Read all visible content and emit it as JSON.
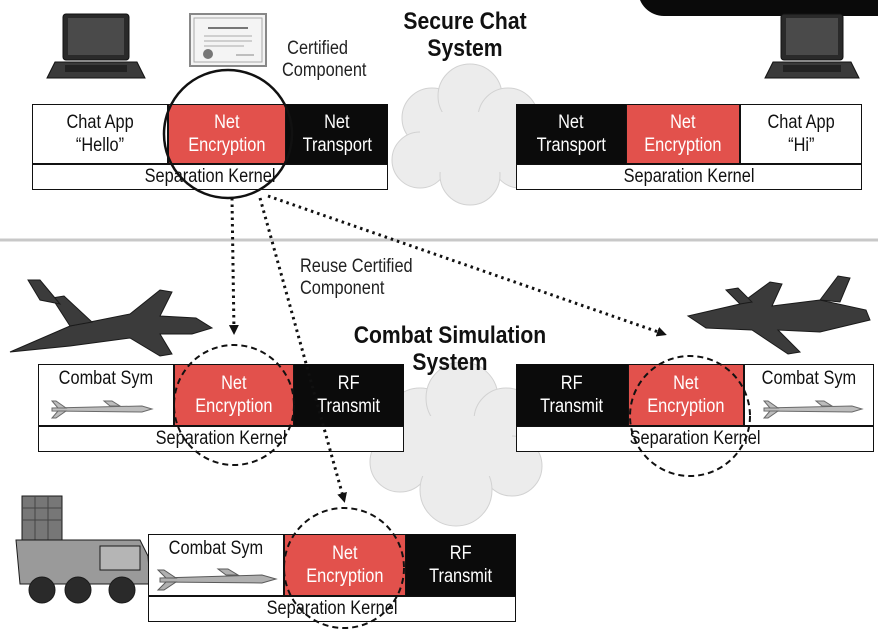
{
  "title_chat": [
    "Secure Chat",
    "System"
  ],
  "title_combat": [
    "Combat Simulation",
    "System"
  ],
  "certified_note": [
    "Certified",
    "Component"
  ],
  "reuse_note": [
    "Reuse Certified",
    "Component"
  ],
  "kernel_label": "Separation Kernel",
  "stacks": {
    "chat_left": {
      "app": [
        "Chat App",
        "“Hello”"
      ],
      "enc": [
        "Net",
        "Encryption"
      ],
      "transport": [
        "Net",
        "Transport"
      ]
    },
    "chat_right": {
      "transport": [
        "Net",
        "Transport"
      ],
      "enc": [
        "Net",
        "Encryption"
      ],
      "app": [
        "Chat App",
        "“Hi”"
      ]
    },
    "combat_left": {
      "app": [
        "Combat Sym"
      ],
      "enc": [
        "Net",
        "Encryption"
      ],
      "rf": [
        "RF",
        "Transmit"
      ]
    },
    "combat_right": {
      "rf": [
        "RF",
        "Transmit"
      ],
      "enc": [
        "Net",
        "Encryption"
      ],
      "app": [
        "Combat Sym"
      ]
    },
    "combat_bottom": {
      "app": [
        "Combat Sym"
      ],
      "enc": [
        "Net",
        "Encryption"
      ],
      "rf": [
        "RF",
        "Transmit"
      ]
    }
  },
  "colors": {
    "encryption_red": "#e2514c",
    "block_black": "#0b0b0b",
    "cloud_grey": "#e9e9e9"
  }
}
